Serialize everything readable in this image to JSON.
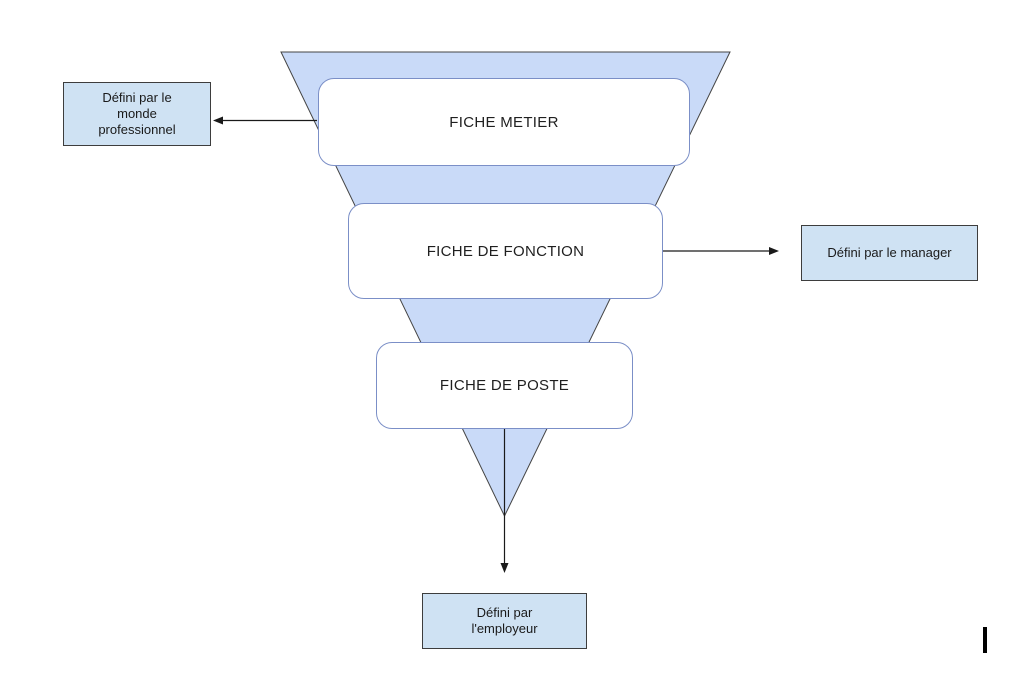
{
  "diagram": {
    "levels": [
      {
        "label": "FICHE METIER"
      },
      {
        "label": "FICHE DE FONCTION"
      },
      {
        "label": "FICHE DE POSTE"
      }
    ],
    "annotations": {
      "left_box": {
        "lines": [
          "Défini par le",
          "monde",
          "professionnel"
        ]
      },
      "right_box": {
        "lines": [
          "Défini par le manager"
        ]
      },
      "bottom_box": {
        "lines": [
          "Défini par",
          "l'employeur"
        ]
      }
    },
    "colors": {
      "funnel_fill": "#c9daf8",
      "funnel_stroke": "#444444",
      "level_box_fill": "#ffffff",
      "level_box_border": "#7b8fc7",
      "annotation_fill": "#cfe2f3",
      "annotation_border": "#3d3d3d",
      "arrow_color": "#1a1a1a"
    }
  }
}
